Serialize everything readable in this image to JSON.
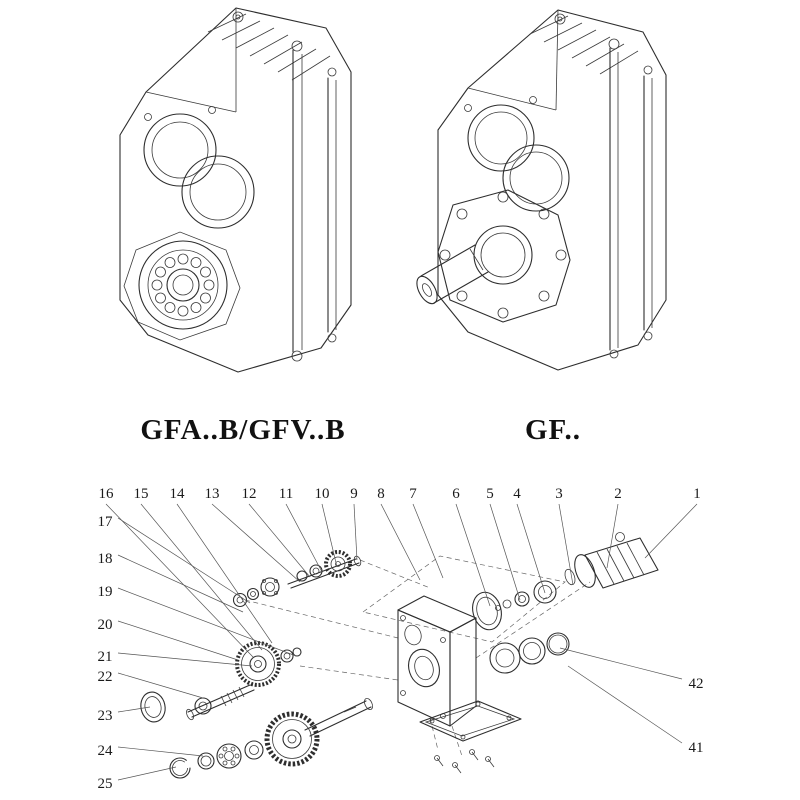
{
  "figures": {
    "left": {
      "caption": "GFA..B/GFV..B"
    },
    "right": {
      "caption": "GF.."
    }
  },
  "exploded": {
    "top_labels": [
      "16",
      "15",
      "14",
      "13",
      "12",
      "11",
      "10",
      "9",
      "8",
      "7",
      "6",
      "5",
      "4",
      "3",
      "2",
      "1"
    ],
    "left_labels": [
      "17",
      "18",
      "19",
      "20",
      "21",
      "22",
      "23",
      "24",
      "25"
    ],
    "right_labels": [
      "42",
      "41"
    ]
  },
  "colors": {
    "ink": "#2e2e2e",
    "paper": "#ffffff"
  }
}
